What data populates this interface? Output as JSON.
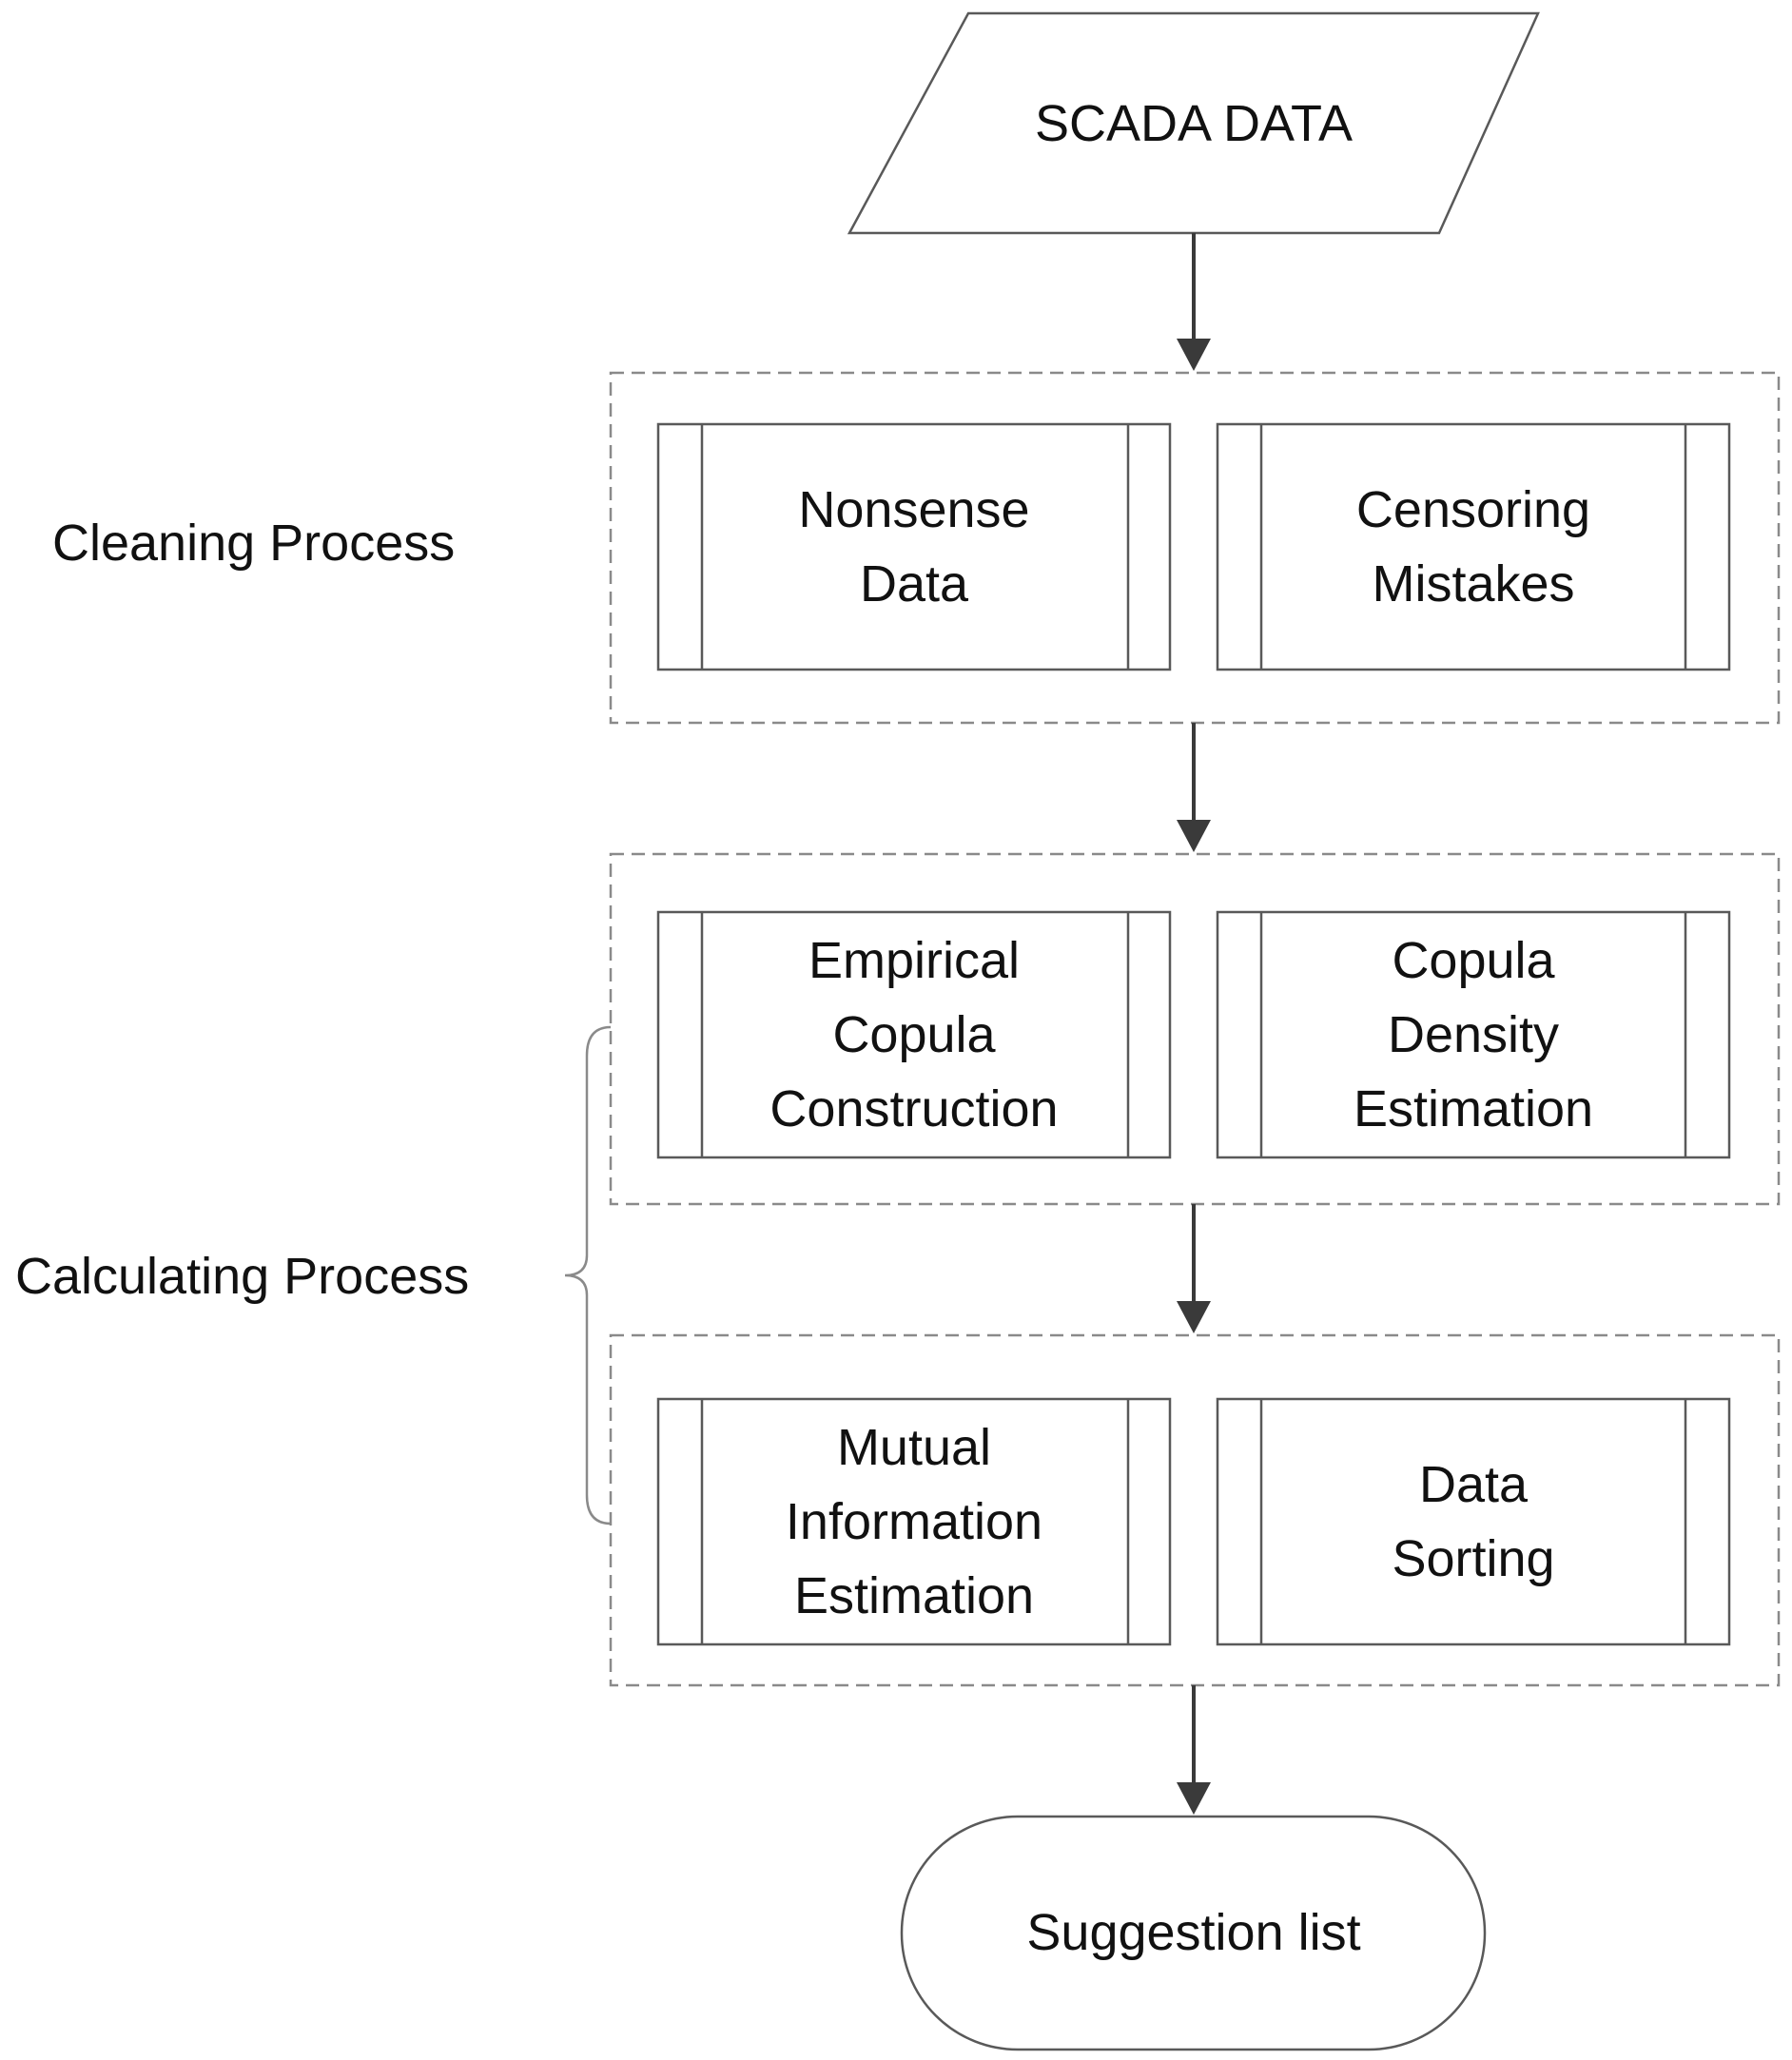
{
  "nodes": {
    "scada": {
      "lines": [
        "SCADA DATA"
      ]
    },
    "nonsense": {
      "lines": [
        "Nonsense",
        "Data"
      ]
    },
    "censoring": {
      "lines": [
        "Censoring",
        "Mistakes"
      ]
    },
    "empirical": {
      "lines": [
        "Empirical",
        "Copula",
        "Construction"
      ]
    },
    "density": {
      "lines": [
        "Copula",
        "Density",
        "Estimation"
      ]
    },
    "mutual": {
      "lines": [
        "Mutual",
        "Information",
        "Estimation"
      ]
    },
    "sorting": {
      "lines": [
        "Data",
        "Sorting"
      ]
    },
    "suggestion": {
      "lines": [
        "Suggestion list"
      ]
    }
  },
  "labels": {
    "cleaning": "Cleaning Process",
    "calculating": "Calculating Process"
  },
  "colors": {
    "stroke": "#595959",
    "dashed": "#8a8a8a",
    "arrow": "#3a3a3a",
    "text": "#111111"
  }
}
